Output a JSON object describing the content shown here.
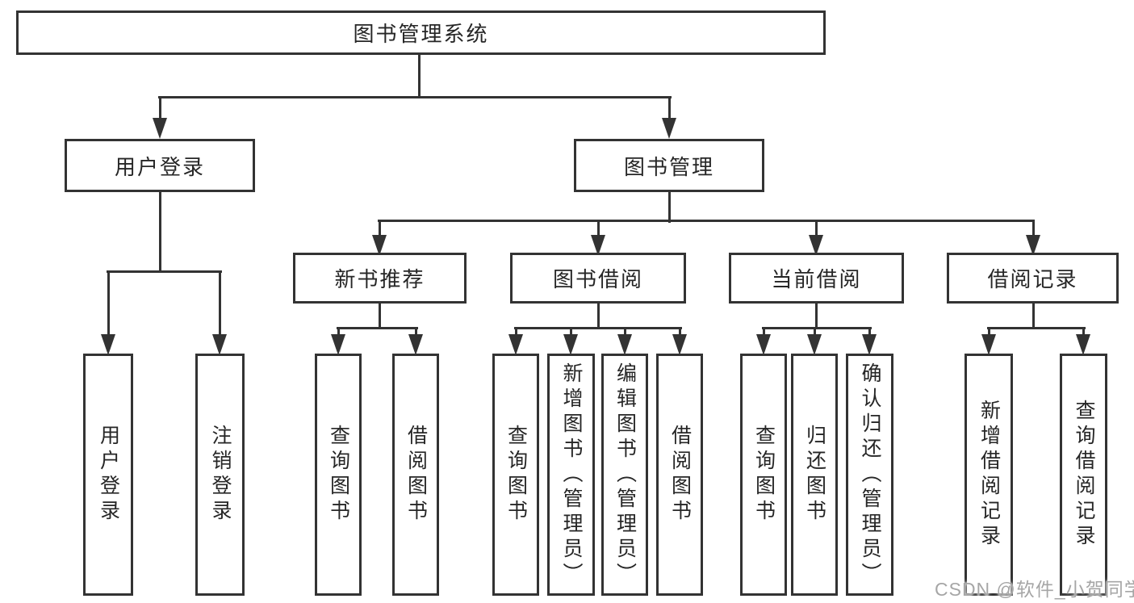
{
  "diagram": {
    "type": "hierarchy-tree",
    "watermark": "CSDN @软件_小贺同学",
    "colors": {
      "line": "#333333",
      "background": "#ffffff",
      "box_fill": "#ffffff",
      "text": "#262626",
      "watermark": "#a6a6a6"
    },
    "nodes": {
      "root": {
        "label": "图书管理系统"
      },
      "user_login": {
        "label": "用户登录"
      },
      "book_mgmt": {
        "label": "图书管理"
      },
      "new_book_rec": {
        "label": "新书推荐"
      },
      "book_borrow": {
        "label": "图书借阅"
      },
      "current_borrow": {
        "label": "当前借阅"
      },
      "borrow_records": {
        "label": "借阅记录"
      },
      "ul_user_login": {
        "label": "用户登录"
      },
      "ul_logout": {
        "label": "注销登录"
      },
      "nbr_query_book": {
        "label": "查询图书"
      },
      "nbr_borrow_book": {
        "label": "借阅图书"
      },
      "bb_query_book": {
        "label": "查询图书"
      },
      "bb_add_book": {
        "label": "新增图书（管理员）"
      },
      "bb_edit_book": {
        "label": "编辑图书（管理员）"
      },
      "bb_borrow_book": {
        "label": "借阅图书"
      },
      "cb_query_book": {
        "label": "查询图书"
      },
      "cb_return_book": {
        "label": "归还图书"
      },
      "cb_confirm_return": {
        "label": "确认归还（管理员）"
      },
      "br_add_record": {
        "label": "新增借阅记录"
      },
      "br_query_record": {
        "label": "查询借阅记录"
      }
    },
    "edges": [
      [
        "root",
        "user_login"
      ],
      [
        "root",
        "book_mgmt"
      ],
      [
        "user_login",
        "ul_user_login"
      ],
      [
        "user_login",
        "ul_logout"
      ],
      [
        "book_mgmt",
        "new_book_rec"
      ],
      [
        "book_mgmt",
        "book_borrow"
      ],
      [
        "book_mgmt",
        "current_borrow"
      ],
      [
        "book_mgmt",
        "borrow_records"
      ],
      [
        "new_book_rec",
        "nbr_query_book"
      ],
      [
        "new_book_rec",
        "nbr_borrow_book"
      ],
      [
        "book_borrow",
        "bb_query_book"
      ],
      [
        "book_borrow",
        "bb_add_book"
      ],
      [
        "book_borrow",
        "bb_edit_book"
      ],
      [
        "book_borrow",
        "bb_borrow_book"
      ],
      [
        "current_borrow",
        "cb_query_book"
      ],
      [
        "current_borrow",
        "cb_return_book"
      ],
      [
        "current_borrow",
        "cb_confirm_return"
      ],
      [
        "borrow_records",
        "br_add_record"
      ],
      [
        "borrow_records",
        "br_query_record"
      ]
    ]
  }
}
